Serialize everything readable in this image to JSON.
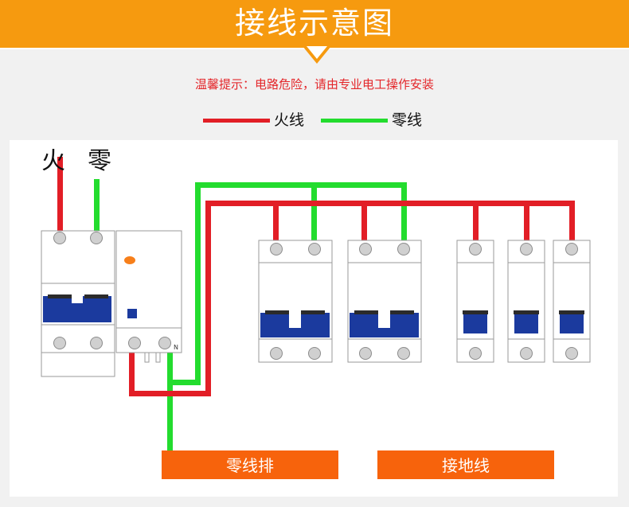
{
  "header": {
    "title": "接线示意图"
  },
  "warning_text": "温馨提示：电路危险，请由专业电工操作安装",
  "legend": {
    "live": {
      "label": "火线",
      "color": "#e21e26"
    },
    "neutral": {
      "label": "零线",
      "color": "#23dc2e"
    }
  },
  "diagram": {
    "live_label": "火",
    "neutral_label": "零",
    "n_marker": "N",
    "neutral_bar_label": "零线排",
    "ground_bar_label": "接地线",
    "colors": {
      "banner": "#f69a0f",
      "breaker_handle": "#1b3a9e",
      "busbar": "#f7630c",
      "indicator": "#f77f1a"
    }
  }
}
